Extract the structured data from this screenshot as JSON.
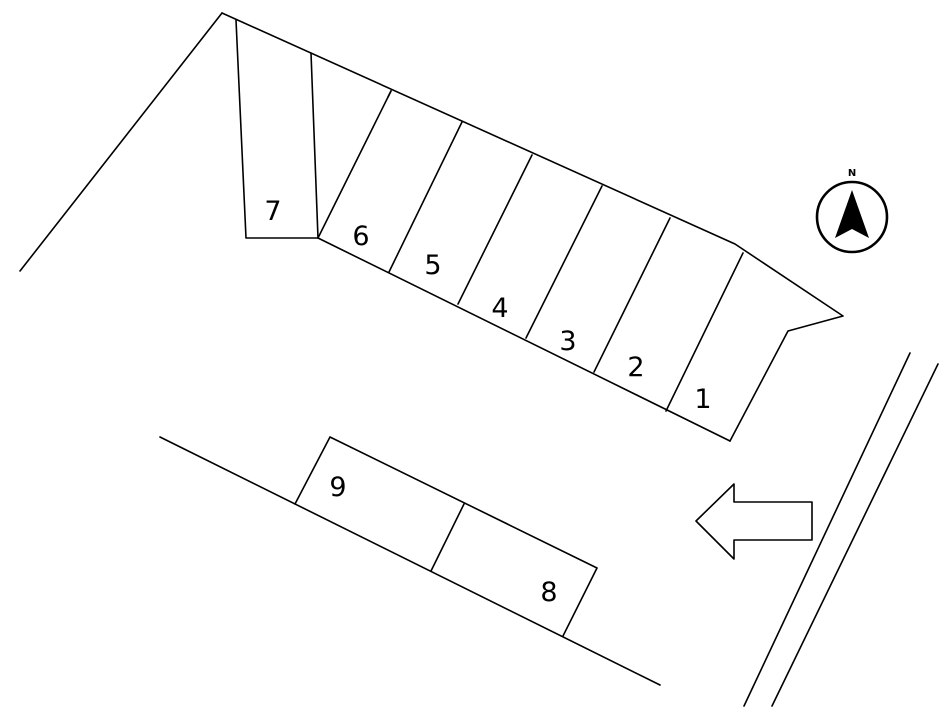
{
  "compass": {
    "north_label": "N",
    "icon": "north-arrow-icon"
  },
  "entrance_arrow": {
    "icon": "entrance-arrow-icon"
  },
  "spaces": [
    {
      "id": "1",
      "label": "1"
    },
    {
      "id": "2",
      "label": "2"
    },
    {
      "id": "3",
      "label": "3"
    },
    {
      "id": "4",
      "label": "4"
    },
    {
      "id": "5",
      "label": "5"
    },
    {
      "id": "6",
      "label": "6"
    },
    {
      "id": "7",
      "label": "7"
    },
    {
      "id": "8",
      "label": "8"
    },
    {
      "id": "9",
      "label": "9"
    }
  ]
}
